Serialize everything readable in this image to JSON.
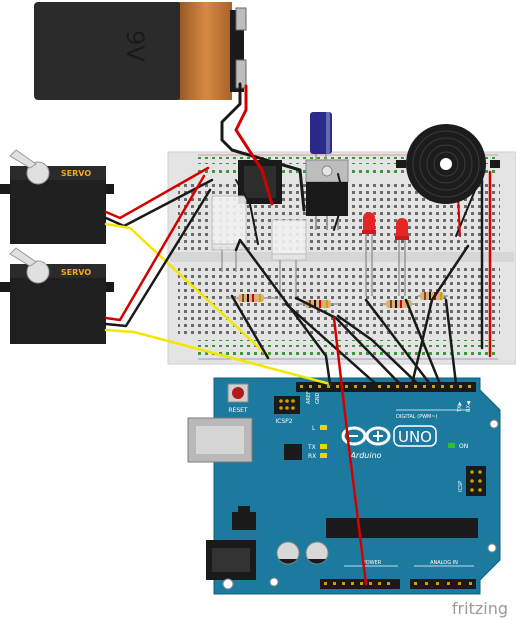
{
  "battery": {
    "label": "9V"
  },
  "servos": [
    {
      "label": "SERVO"
    },
    {
      "label": "SERVO"
    }
  ],
  "arduino": {
    "reset_label": "RESET",
    "icsp2_label": "ICSP2",
    "icsp_label": "ICSP",
    "uno_label": "UNO",
    "brand_label": "Arduino",
    "aref_label": "AREF",
    "gnd_label": "GND",
    "digital_label": "DIGITAL (PWM~)",
    "tx_label": "TX",
    "rx_label": "RX",
    "l_label": "L",
    "on_label": "ON",
    "power_label": "POWER",
    "analog_label": "ANALOG IN",
    "txd_label": "TX▶",
    "rxd_label": "RX◀"
  },
  "watermark": "fritzing",
  "colors": {
    "wire_red": "#d40000",
    "wire_black": "#1a1a1a",
    "wire_yellow": "#f5e600",
    "board_blue": "#1b7a9e",
    "breadboard": "#e6e6e6",
    "battery_orange": "#c87533"
  }
}
